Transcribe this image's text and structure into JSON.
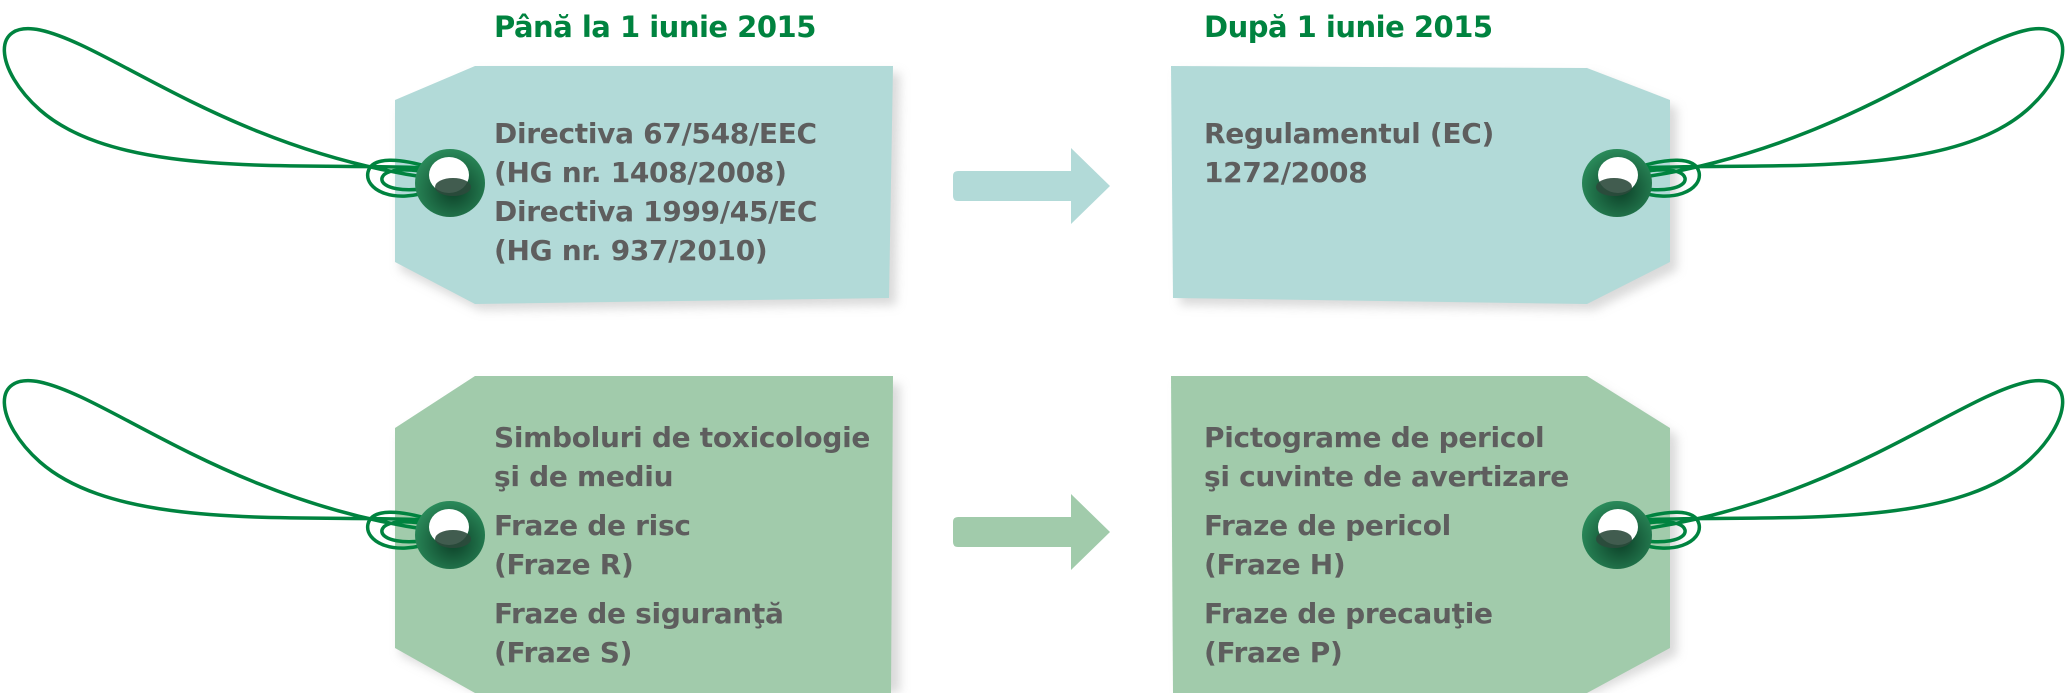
{
  "headings": {
    "before": "Până la 1 iunie 2015",
    "after": "După 1 iunie 2015"
  },
  "colors": {
    "heading": "#00833f",
    "tag_blue": "#b2dad8",
    "tag_green": "#a1cbab",
    "arrow_blue": "#b2dad8",
    "arrow_green": "#a1cbab",
    "string": "#00833f",
    "eyelet": "#217a50",
    "text": "#5e5e5e"
  },
  "tags": {
    "before_legislation": {
      "line1": "Directiva 67/548/EEC",
      "line2": "(HG nr. 1408/2008)",
      "line3": "Directiva 1999/45/EC",
      "line4": "(HG nr. 937/2010)"
    },
    "after_legislation": {
      "line1": "Regulamentul (EC)",
      "line2": "1272/2008"
    },
    "before_labelling": {
      "line1": "Simboluri de toxicologie",
      "line2": "şi de mediu",
      "line3": "Fraze de risc",
      "line4": "(Fraze R)",
      "line5": "Fraze de siguranţă",
      "line6": "(Fraze S)"
    },
    "after_labelling": {
      "line1": "Pictograme de pericol",
      "line2": "şi cuvinte de avertizare",
      "line3": "Fraze de pericol",
      "line4": "(Fraze H)",
      "line5": "Fraze de precauţie",
      "line6": "(Fraze P)"
    }
  }
}
